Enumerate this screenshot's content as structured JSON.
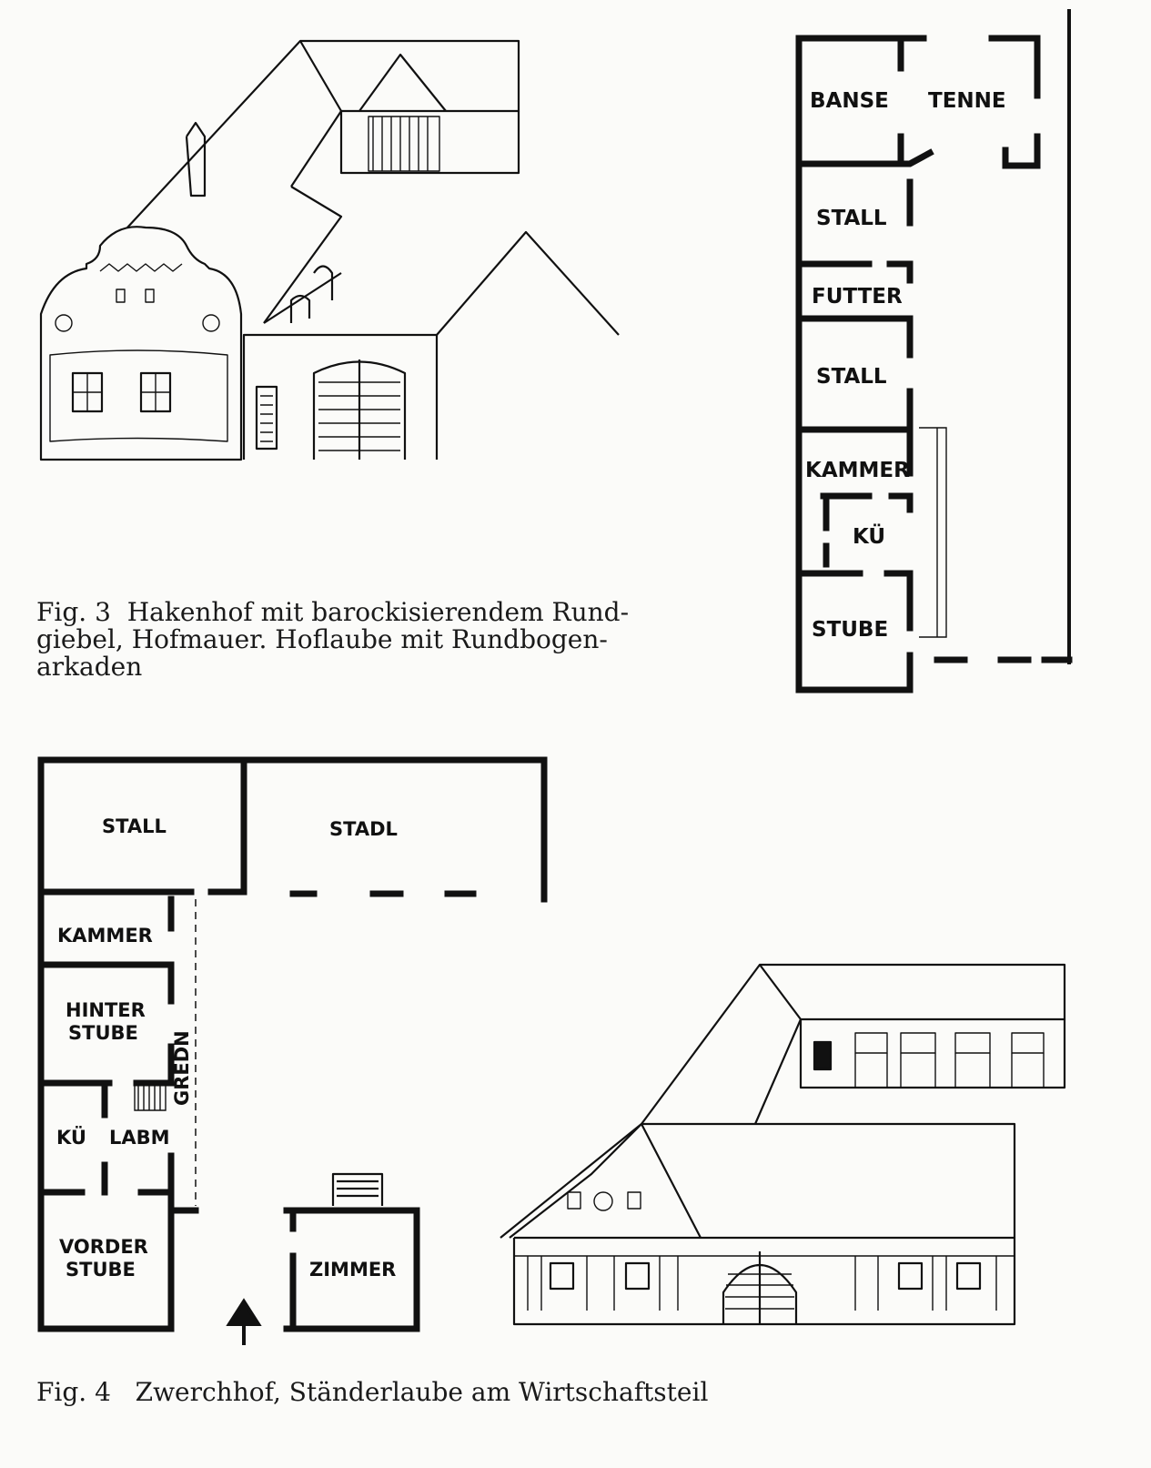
{
  "figure3": {
    "caption_number": "Fig. 3",
    "caption_lines": [
      "Hakenhof mit barockisierendem Rund-",
      "giebel, Hofmauer. Hoflaube mit Rundbogen-",
      "arkaden"
    ],
    "plan_labels": {
      "banse": "BANSE",
      "tenne": "TENNE",
      "stall1": "STALL",
      "futter": "FUTTER",
      "stall2": "STALL",
      "kammer": "KAMMER",
      "kue": "KÜ",
      "stube": "STUBE"
    }
  },
  "figure4": {
    "caption_number": "Fig. 4",
    "caption_text": "Zwerchhof, Ständerlaube am Wirtschaftsteil",
    "plan_labels": {
      "stall": "STALL",
      "stadl": "STADL",
      "kammer": "KAMMER",
      "hinter": "HINTER",
      "stube_h": "STUBE",
      "gredn": "GREDN",
      "kue": "KÜ",
      "labm": "LABM",
      "vorder": "VORDER",
      "stube_v": "STUBE",
      "zimmer": "ZIMMER"
    }
  }
}
